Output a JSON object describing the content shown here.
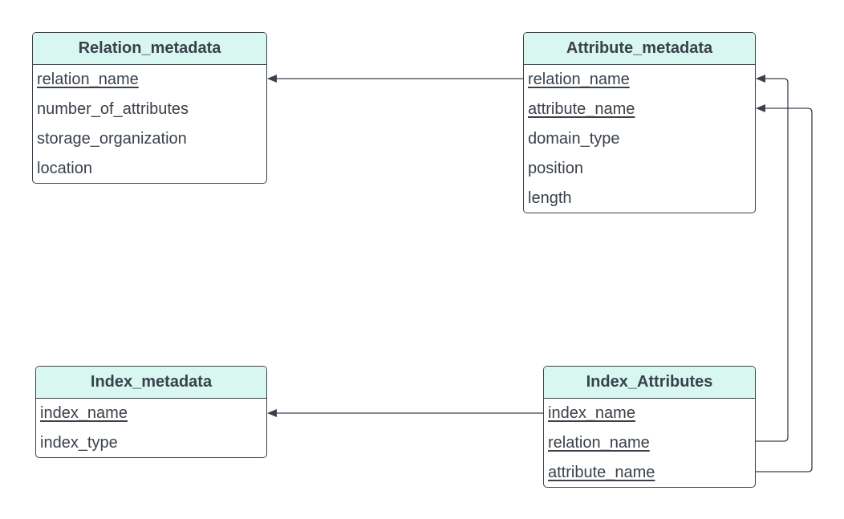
{
  "entities": {
    "relation_metadata": {
      "title": "Relation_metadata",
      "attributes": [
        {
          "name": "relation_name",
          "key": true
        },
        {
          "name": "number_of_attributes",
          "key": false
        },
        {
          "name": "storage_organization",
          "key": false
        },
        {
          "name": "location",
          "key": false
        }
      ]
    },
    "attribute_metadata": {
      "title": "Attribute_metadata",
      "attributes": [
        {
          "name": "relation_name",
          "key": true
        },
        {
          "name": "attribute_name",
          "key": true
        },
        {
          "name": "domain_type",
          "key": false
        },
        {
          "name": "position",
          "key": false
        },
        {
          "name": "length",
          "key": false
        }
      ]
    },
    "index_metadata": {
      "title": "Index_metadata",
      "attributes": [
        {
          "name": "index_name",
          "key": true
        },
        {
          "name": "index_type",
          "key": false
        }
      ]
    },
    "index_attributes": {
      "title": "Index_Attributes",
      "attributes": [
        {
          "name": "index_name",
          "key": true
        },
        {
          "name": "relation_name",
          "key": true
        },
        {
          "name": "attribute_name",
          "key": true
        }
      ]
    }
  },
  "colors": {
    "header_fill": "#d9f7f1",
    "stroke": "#3a414a",
    "text": "#3a414a"
  }
}
